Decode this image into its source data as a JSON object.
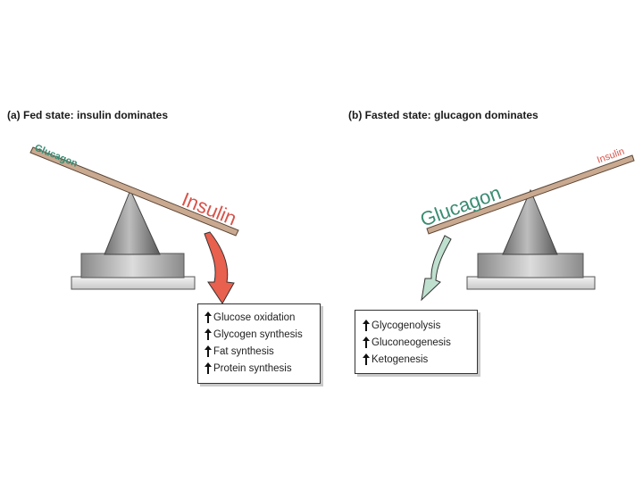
{
  "panel_a": {
    "title": "(a) Fed state: insulin dominates",
    "light_side_label": "Glucagon",
    "heavy_side_label": "Insulin",
    "effects": [
      "Glucose oxidation",
      "Glycogen synthesis",
      "Fat synthesis",
      "Protein synthesis"
    ]
  },
  "panel_b": {
    "title": "(b) Fasted state: glucagon dominates",
    "heavy_side_label": "Glucagon",
    "light_side_label": "Insulin",
    "effects": [
      "Glycogenolysis",
      "Gluconeogenesis",
      "Ketogenesis"
    ]
  },
  "colors": {
    "glucagon": "#3a8c73",
    "insulin": "#d9534a",
    "insulin_arrow": "#e8604e",
    "glucagon_arrow": "#bfe0cf",
    "beam": "#c9a990"
  },
  "icons": {
    "effect_marker": "up-arrow-icon"
  }
}
